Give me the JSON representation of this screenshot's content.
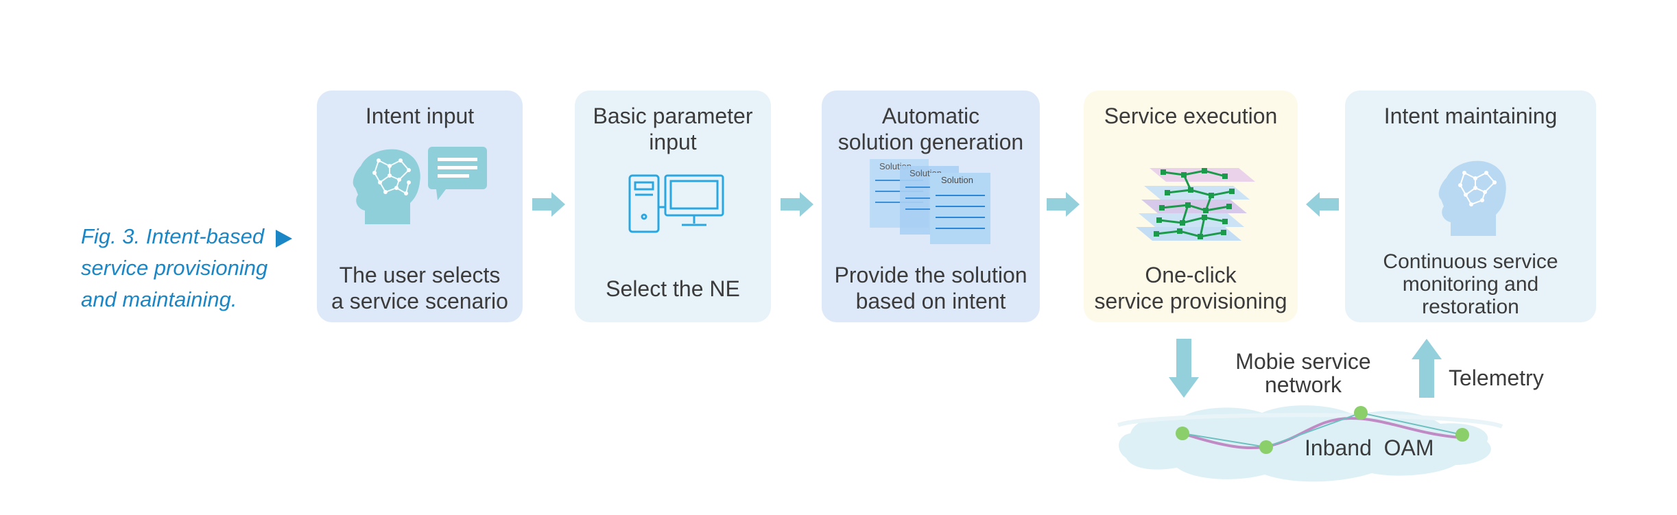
{
  "caption": {
    "lines": [
      "Fig. 3. Intent-based",
      "service provisioning",
      "and maintaining."
    ]
  },
  "stages": [
    {
      "title": [
        "Intent input"
      ],
      "desc": [
        "The user selects",
        "a service scenario"
      ]
    },
    {
      "title": [
        "Basic parameter",
        "input"
      ],
      "desc": [
        "Select the NE"
      ]
    },
    {
      "title": [
        "Automatic",
        "solution generation"
      ],
      "desc": [
        "Provide the solution",
        "based on intent"
      ],
      "doc_label": "Solution"
    },
    {
      "title": [
        "Service execution"
      ],
      "desc": [
        "One-click",
        "service provisioning"
      ]
    },
    {
      "title": [
        "Intent maintaining"
      ],
      "desc": [
        "Continuous service",
        "monitoring and",
        "restoration"
      ]
    }
  ],
  "network": {
    "label": [
      "Mobie service",
      "network"
    ],
    "telemetry": "Telemetry",
    "oam": "Inband  OAM"
  },
  "colors": {
    "caption": "#1b86c6",
    "arrow": "#93d0dc",
    "icon_blue": "#2aa7e0",
    "head": "#8ecfda",
    "node": "#8bcf6a",
    "link_purple": "#c08ac4",
    "link_teal": "#6cc0c0"
  }
}
